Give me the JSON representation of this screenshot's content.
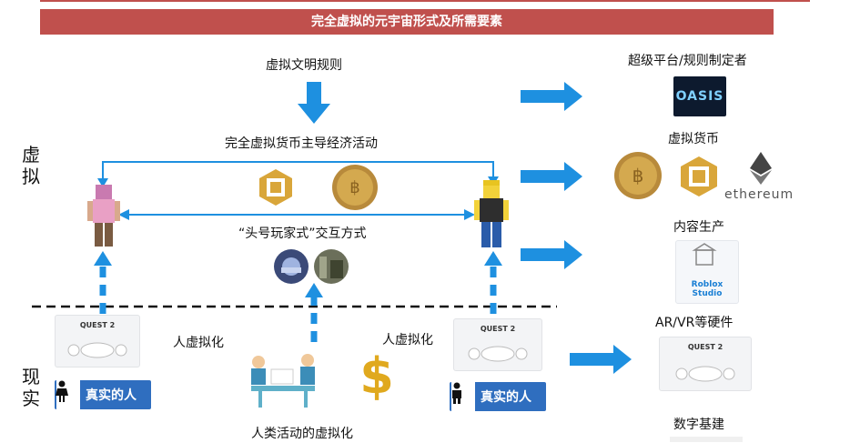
{
  "title": "完全虚拟的元宇宙形式及所需要素",
  "side_labels": {
    "virtual": "虚拟",
    "reality": "现实"
  },
  "center": {
    "rules": "虚拟文明规则",
    "economy": "完全虚拟货币主导经济活动",
    "interaction": "“头号玩家式”交互方式",
    "activity": "人类活动的虚拟化"
  },
  "left": {
    "virtualize": "人虚拟化",
    "device": "QUEST 2",
    "badge": "真实的人"
  },
  "right_center": {
    "virtualize": "人虚拟化",
    "device": "QUEST 2",
    "badge": "真实的人"
  },
  "elements": {
    "platform": "超级平台/规则制定者",
    "platform_logo": "OASIS",
    "currency": "虚拟货币",
    "eth": "ethereum",
    "content": "内容生产",
    "studio": "Roblox Studio",
    "hardware": "AR/VR等硬件",
    "device": "QUEST 2",
    "infra": "数字基建"
  },
  "icons": {
    "coin": "bitcoin-coin-icon",
    "robux": "robux-icon",
    "eth": "ethereum-icon",
    "dollar": "dollar-sign-icon"
  },
  "colors": {
    "title_bg": "#c0504d",
    "arrow": "#1e90e0",
    "badge": "#2f6ebf"
  }
}
